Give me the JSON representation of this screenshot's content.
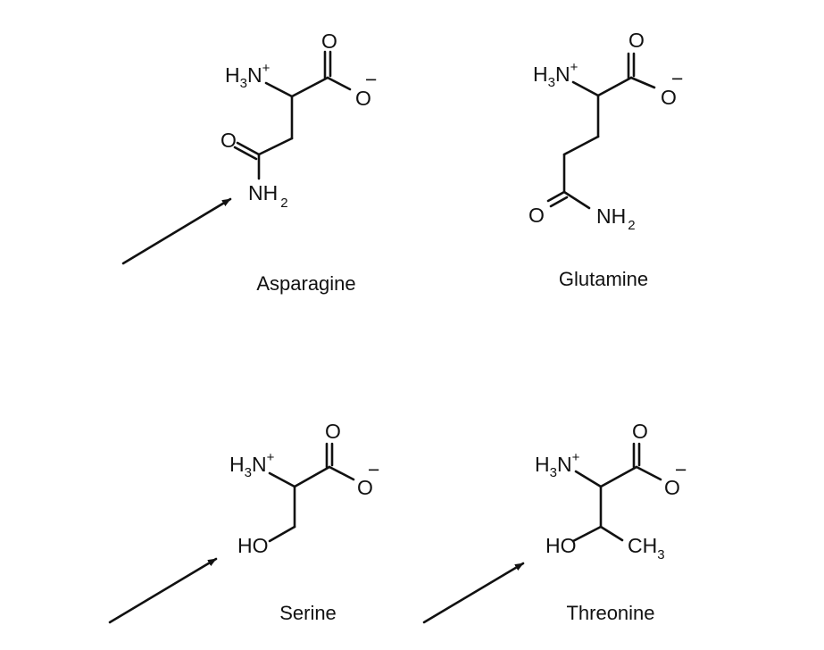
{
  "molecules": [
    {
      "name": "Asparagine",
      "amine": {
        "h": "H",
        "sub": "3",
        "n": "N",
        "charge": "+"
      },
      "carbonyl_o": "O",
      "carboxylate_o": "O",
      "minus": "−",
      "side_o": "O",
      "side_n": "NH",
      "side_n_sub": "2",
      "arrow": true
    },
    {
      "name": "Glutamine",
      "amine": {
        "h": "H",
        "sub": "3",
        "n": "N",
        "charge": "+"
      },
      "carbonyl_o": "O",
      "carboxylate_o": "O",
      "minus": "−",
      "side_o": "O",
      "side_n": "NH",
      "side_n_sub": "2",
      "arrow": false
    },
    {
      "name": "Serine",
      "amine": {
        "h": "H",
        "sub": "3",
        "n": "N",
        "charge": "+"
      },
      "carbonyl_o": "O",
      "carboxylate_o": "O",
      "minus": "−",
      "side_oh": "HO",
      "arrow": true
    },
    {
      "name": "Threonine",
      "amine": {
        "h": "H",
        "sub": "3",
        "n": "N",
        "charge": "+"
      },
      "carbonyl_o": "O",
      "carboxylate_o": "O",
      "minus": "−",
      "side_oh": "HO",
      "side_ch": "CH",
      "side_ch_sub": "3",
      "arrow": true
    }
  ]
}
